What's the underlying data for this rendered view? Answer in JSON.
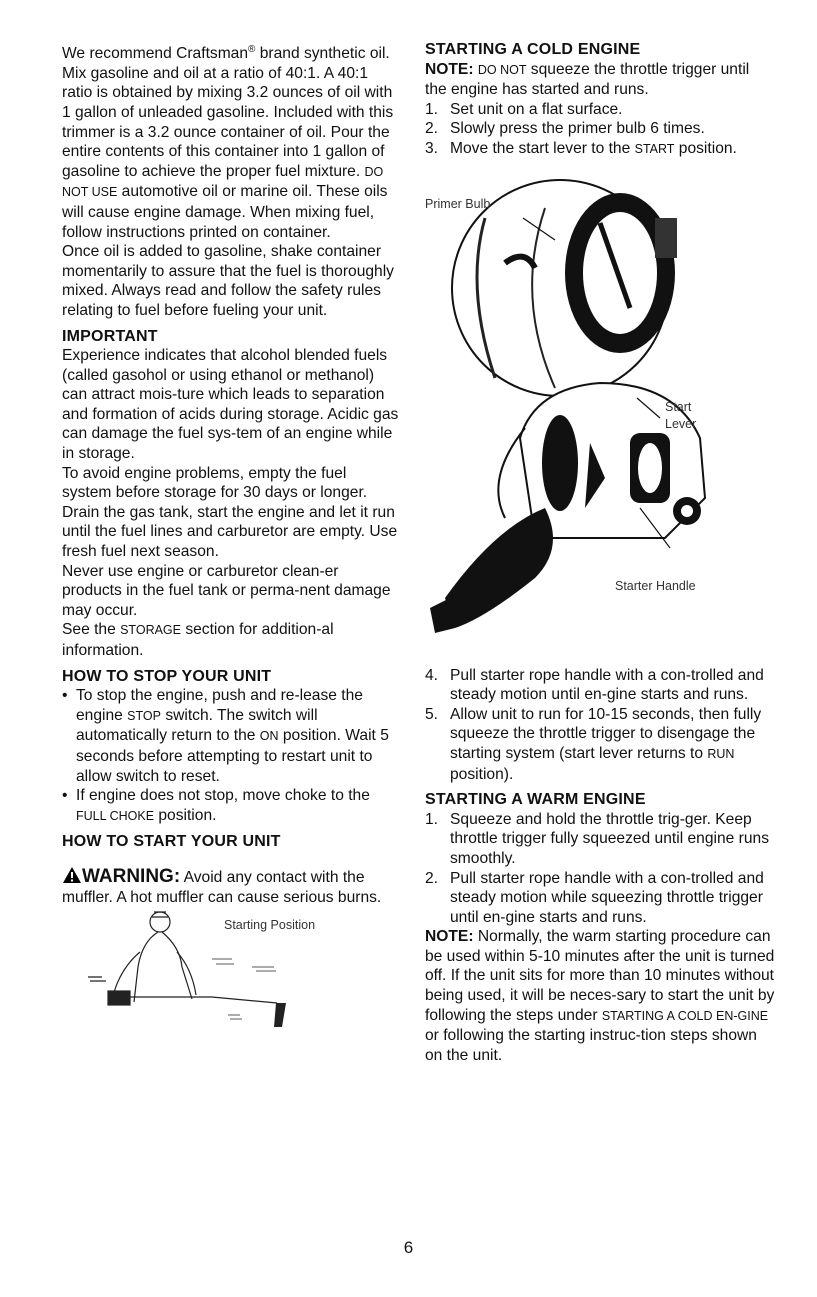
{
  "left": {
    "p1_a": "We recommend Craftsman",
    "p1_reg": "®",
    "p1_b": " brand synthetic oil. Mix gasoline and oil at a ratio of 40:1. A 40:1 ratio is obtained by mixing 3.2 ounces of oil with 1 gallon of unleaded gasoline. Included with this trimmer is a 3.2 ounce container of oil. Pour the entire contents of this container into 1 gallon of gasoline to achieve the proper fuel mixture. ",
    "p1_sc": "DO NOT USE",
    "p1_c": " automotive oil or marine oil. These oils will cause engine damage. When mixing fuel, follow instructions printed on container.",
    "p2": "Once oil is added to gasoline, shake container momentarily to assure that the fuel is thoroughly mixed. Always read and follow the safety rules relating to fuel before fueling your unit.",
    "important_heading": "IMPORTANT",
    "p3": "Experience indicates that alcohol blended fuels (called gasohol or using ethanol or methanol) can attract mois-ture which leads to separation and formation of acids during storage. Acidic gas can damage the fuel sys-tem of an engine while in storage.",
    "p4": "To avoid engine problems, empty the fuel system before storage for 30 days or longer. Drain the gas tank, start the engine and let it run until the fuel lines and carburetor are empty. Use fresh fuel next season.",
    "p5": "Never use engine or carburetor clean-er products in the fuel tank or perma-nent damage may occur.",
    "p6_a": "See the ",
    "p6_sc": "STORAGE",
    "p6_b": " section for addition-al information.",
    "stop_heading": "HOW TO STOP YOUR UNIT",
    "stop_b1_a": "To stop the engine, push and re-lease the engine ",
    "stop_b1_sc1": "STOP",
    "stop_b1_b": " switch. The switch will automatically return to the ",
    "stop_b1_sc2": "ON",
    "stop_b1_c": " position. Wait 5 seconds before attempting to restart unit to allow switch to reset.",
    "stop_b2_a": "If engine does not stop, move choke to the ",
    "stop_b2_sc": "FULL CHOKE",
    "stop_b2_b": " position.",
    "start_heading": "HOW TO START YOUR UNIT",
    "warning_label": "WARNING:",
    "warning_text": " Avoid any contact with the muffler. A hot muffler can cause serious burns.",
    "fig_starting_position": "Starting Position"
  },
  "right": {
    "cold_heading": "STARTING A COLD ENGINE",
    "note1_label": "NOTE:",
    "note1_sc": "DO NOT",
    "note1_text": " squeeze the throttle trigger until the engine has started and runs.",
    "cold_steps": [
      {
        "n": "1.",
        "t": "Set unit on a flat surface."
      },
      {
        "n": "2.",
        "t": "Slowly press the primer bulb 6 times."
      },
      {
        "n": "3.",
        "t_a": "Move the start lever to the ",
        "t_sc": "START",
        "t_b": " position."
      }
    ],
    "fig_primer_bulb": "Primer Bulb",
    "fig_start": "Start",
    "fig_lever": "Lever",
    "fig_starter_handle": "Starter Handle",
    "step4_n": "4.",
    "step4_t": "Pull starter rope handle with a con-trolled and steady motion until en-gine starts and runs.",
    "step5_n": "5.",
    "step5_a": "Allow unit to run for 10-15 seconds, then fully squeeze the throttle trigger to disengage the starting system (start lever returns to ",
    "step5_sc": "RUN",
    "step5_b": " position).",
    "warm_heading": "STARTING A WARM ENGINE",
    "warm_steps": [
      {
        "n": "1.",
        "t": "Squeeze and hold the throttle trig-ger. Keep throttle trigger fully squeezed until engine runs smoothly."
      },
      {
        "n": "2.",
        "t": "Pull starter rope handle with a con-trolled and steady motion while squeezing throttle trigger until en-gine starts and runs."
      }
    ],
    "note2_label": "NOTE:",
    "note2_a": " Normally, the warm starting procedure can be used within 5-10 minutes after the unit is turned off. If the unit sits for more than 10 minutes without being used, it will be neces-sary to start the unit by following the steps under ",
    "note2_sc": "STARTING A COLD EN-GINE",
    "note2_b": " or following the starting instruc-tion steps shown on the unit."
  },
  "page_number": "6"
}
